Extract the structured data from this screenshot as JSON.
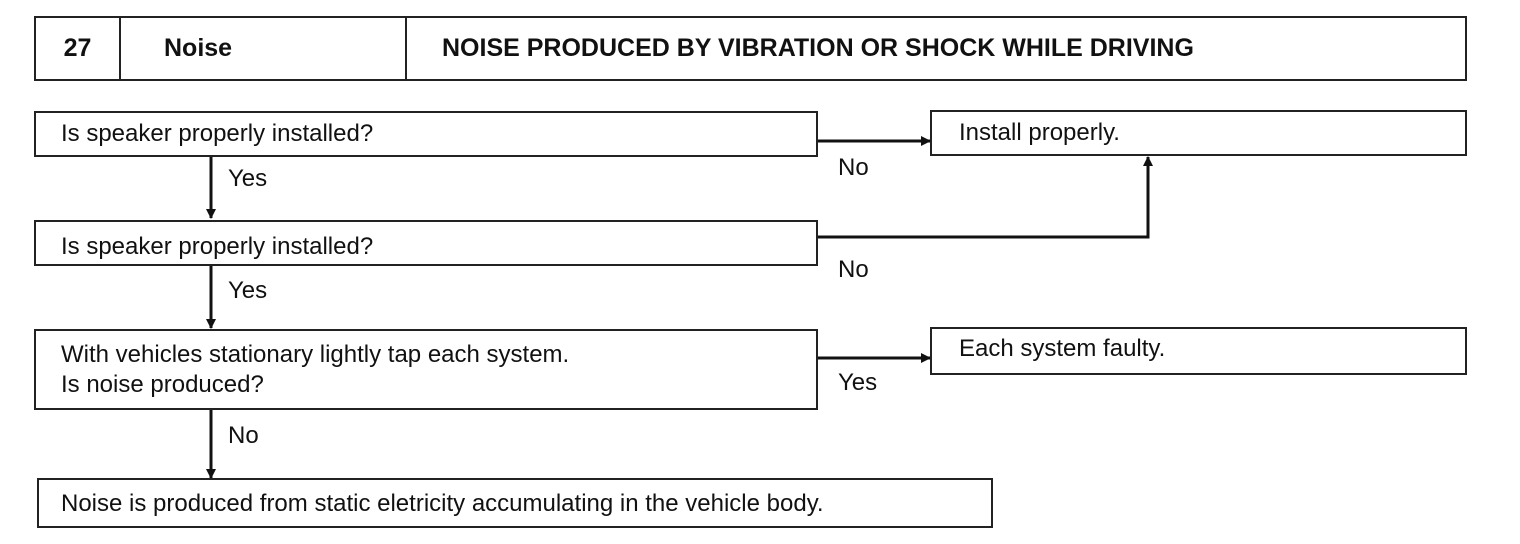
{
  "header": {
    "number": "27",
    "category": "Noise",
    "title": "NOISE PRODUCED BY VIBRATION OR SHOCK WHILE DRIVING"
  },
  "steps": {
    "q1": "Is speaker properly installed?",
    "q2": "Is speaker properly installed?",
    "q3_line1": "With vehicles stationary lightly tap each system.",
    "q3_line2": "Is noise produced?",
    "final": "Noise is produced from static eletricity accumulating in the vehicle body."
  },
  "results": {
    "install": "Install properly.",
    "faulty": "Each system faulty."
  },
  "labels": {
    "q1_yes": "Yes",
    "q1_no": "No",
    "q2_yes": "Yes",
    "q2_no": "No",
    "q3_no": "No",
    "q3_yes": "Yes"
  }
}
